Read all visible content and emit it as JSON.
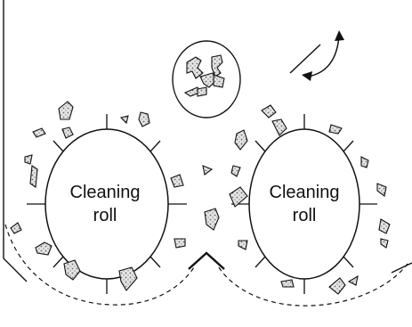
{
  "rolls": [
    {
      "label_line1": "Cleaning",
      "label_line2": "roll"
    },
    {
      "label_line1": "Cleaning",
      "label_line2": "roll"
    }
  ],
  "colors": {
    "stroke": "#111111",
    "particle_fill": "#cfcfcf",
    "background": "#ffffff"
  }
}
